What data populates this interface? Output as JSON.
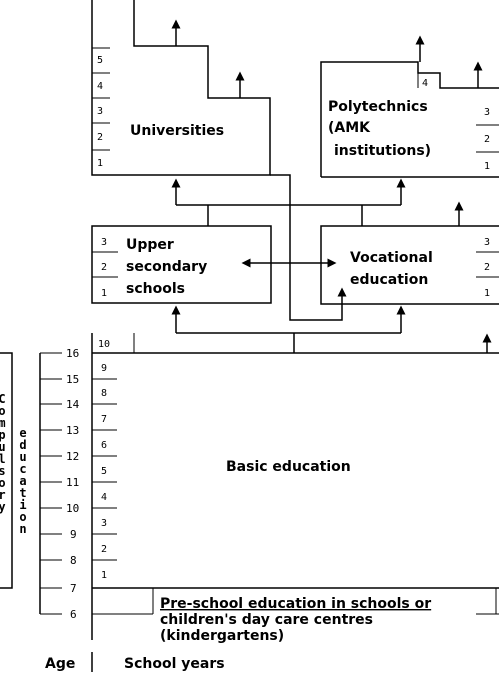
{
  "universities": {
    "label": "Universities",
    "years": [
      "1",
      "2",
      "3",
      "4",
      "5"
    ]
  },
  "polytechnics": {
    "label_lines": [
      "Polytechnics",
      "(AMK",
      "institutions)"
    ],
    "years": [
      "1",
      "2",
      "3"
    ],
    "extra_year": "4"
  },
  "upper_secondary": {
    "label_lines": [
      "Upper",
      "secondary",
      "schools"
    ],
    "years": [
      "1",
      "2",
      "3"
    ]
  },
  "vocational": {
    "label_lines": [
      "Vocational",
      "education"
    ],
    "years": [
      "1",
      "2",
      "3"
    ]
  },
  "basic_education": {
    "label": "Basic education",
    "years": [
      "1",
      "2",
      "3",
      "4",
      "5",
      "6",
      "7",
      "8",
      "9",
      "10"
    ]
  },
  "preschool": {
    "label_lines": [
      "Pre-school education in schools or",
      "children's day care centres",
      "(kindergartens)"
    ]
  },
  "ages": [
    "6",
    "7",
    "8",
    "9",
    "10",
    "11",
    "12",
    "13",
    "14",
    "15",
    "16"
  ],
  "compulsory": {
    "word1": "Compulsory",
    "word2": "education"
  },
  "footer": {
    "age_label": "Age",
    "school_years_label": "School years"
  }
}
